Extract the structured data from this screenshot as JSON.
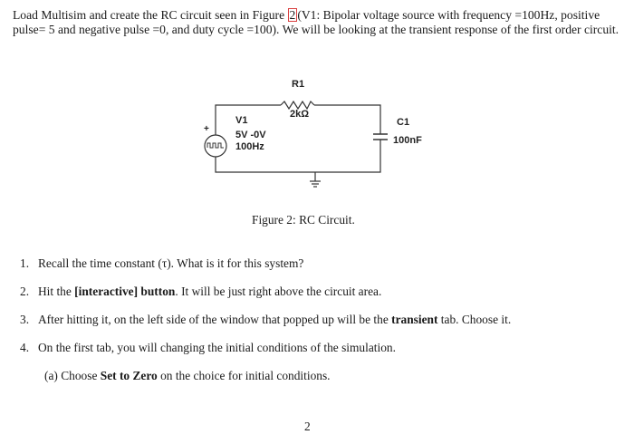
{
  "intro": {
    "part1": "Load Multisim and create the RC circuit seen in Figure ",
    "fig_ref": "2",
    "part2": "(V1: Bipolar voltage source with frequency =100Hz, positive pulse= 5 and negative pulse =0, and duty cycle =100). We will be looking at the transient response of the first order circuit."
  },
  "circuit": {
    "r1_name": "R1",
    "r1_value": "2kΩ",
    "v1_name": "V1",
    "v1_level": "5V -0V",
    "v1_freq": "100Hz",
    "c1_name": "C1",
    "c1_value": "100nF",
    "plus": "+"
  },
  "caption": "Figure 2: RC Circuit.",
  "steps": [
    {
      "num": "1.",
      "text": "Recall the time constant (τ). What is it for this system?"
    },
    {
      "num": "2.",
      "pre": "Hit the ",
      "bold": "[interactive] button",
      "post": ". It will be just right above the circuit area."
    },
    {
      "num": "3.",
      "pre": "After hitting it, on the left side of the window that popped up will be the ",
      "bold": "transient",
      "post": " tab. Choose it."
    },
    {
      "num": "4.",
      "text": "On the first tab, you will changing the initial conditions of the simulation."
    }
  ],
  "substep": {
    "label": "(a)",
    "pre": "Choose ",
    "bold": "Set to Zero",
    "post": " on the choice for initial conditions."
  },
  "page_number": "2"
}
